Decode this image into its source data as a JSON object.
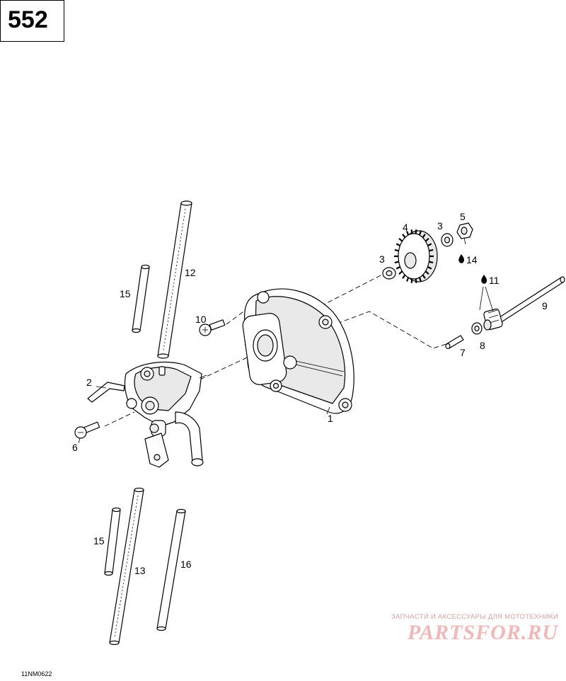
{
  "page_number": "552",
  "reference_code": "11NM0622",
  "watermark": {
    "subtitle": "ЗАПЧАСТИ И АКСЕССУАРЫ ДЛЯ МОТОТЕХНИКИ",
    "logo": "PARTSFOR.RU"
  },
  "callouts": [
    {
      "id": "c1",
      "text": "1"
    },
    {
      "id": "c2",
      "text": "2"
    },
    {
      "id": "c3a",
      "text": "3"
    },
    {
      "id": "c3b",
      "text": "3"
    },
    {
      "id": "c4",
      "text": "4"
    },
    {
      "id": "c5",
      "text": "5"
    },
    {
      "id": "c6",
      "text": "6"
    },
    {
      "id": "c7",
      "text": "7"
    },
    {
      "id": "c8",
      "text": "8"
    },
    {
      "id": "c9",
      "text": "9"
    },
    {
      "id": "c10",
      "text": "10"
    },
    {
      "id": "c11",
      "text": "11"
    },
    {
      "id": "c12",
      "text": "12"
    },
    {
      "id": "c13",
      "text": "13"
    },
    {
      "id": "c14",
      "text": "14"
    },
    {
      "id": "c15a",
      "text": "15"
    },
    {
      "id": "c15b",
      "text": "15"
    },
    {
      "id": "c16",
      "text": "16"
    }
  ]
}
